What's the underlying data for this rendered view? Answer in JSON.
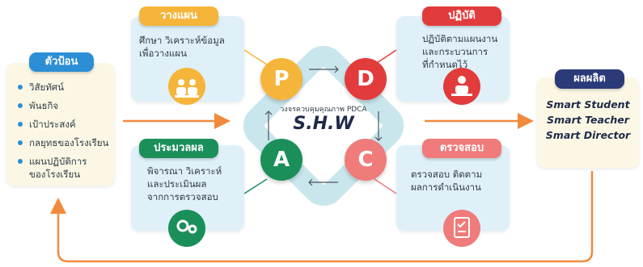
{
  "input": {
    "title": "ตัวป้อน",
    "items": [
      "วิสัยทัศน์",
      "พันธกิจ",
      "เป้าประสงค์",
      "กลยุทธของโรงเรียน",
      "แผนปฏิบัติการ\nของโรงเรียน"
    ]
  },
  "center": {
    "subtitle": "วงจรควบคุมคุณภาพ PDCA",
    "title": "S.H.W"
  },
  "plan": {
    "letter": "P",
    "title": "วางแผน",
    "text": "ศึกษา วิเคราะห์ข้อมูล\nเพื่อวางแผน",
    "icon": "meeting-icon"
  },
  "do": {
    "letter": "D",
    "title": "ปฏิบัติ",
    "text": "ปฏิบัติตามแผนงาน\nและกระบวนการ\nที่กำหนดไว้",
    "icon": "worker-icon"
  },
  "act": {
    "letter": "A",
    "title": "ประมวลผล",
    "text": "พิจารณา วิเคราะห์\nและประเมินผล\nจากการตรวจสอบ",
    "icon": "gears-icon"
  },
  "check": {
    "letter": "C",
    "title": "ตรวจสอบ",
    "text": "ตรวจสอบ ติดตาม\nผลการดำเนินงาน",
    "icon": "checklist-icon"
  },
  "output": {
    "title": "ผลผลิต",
    "items": [
      "Smart Student",
      "Smart Teacher",
      "Smart Director"
    ]
  },
  "colors": {
    "orange": "#f28a3c",
    "plan_yellow": "#f5b53a",
    "do_red": "#e23b3b",
    "act_green": "#1b8f5a",
    "check_pink": "#f07b7b",
    "blue": "#2c8fd6",
    "navy": "#2b3a78",
    "card_blue": "#dff0f8",
    "card_cream": "#fbf7e4",
    "diamond": "#c9e6ec"
  }
}
